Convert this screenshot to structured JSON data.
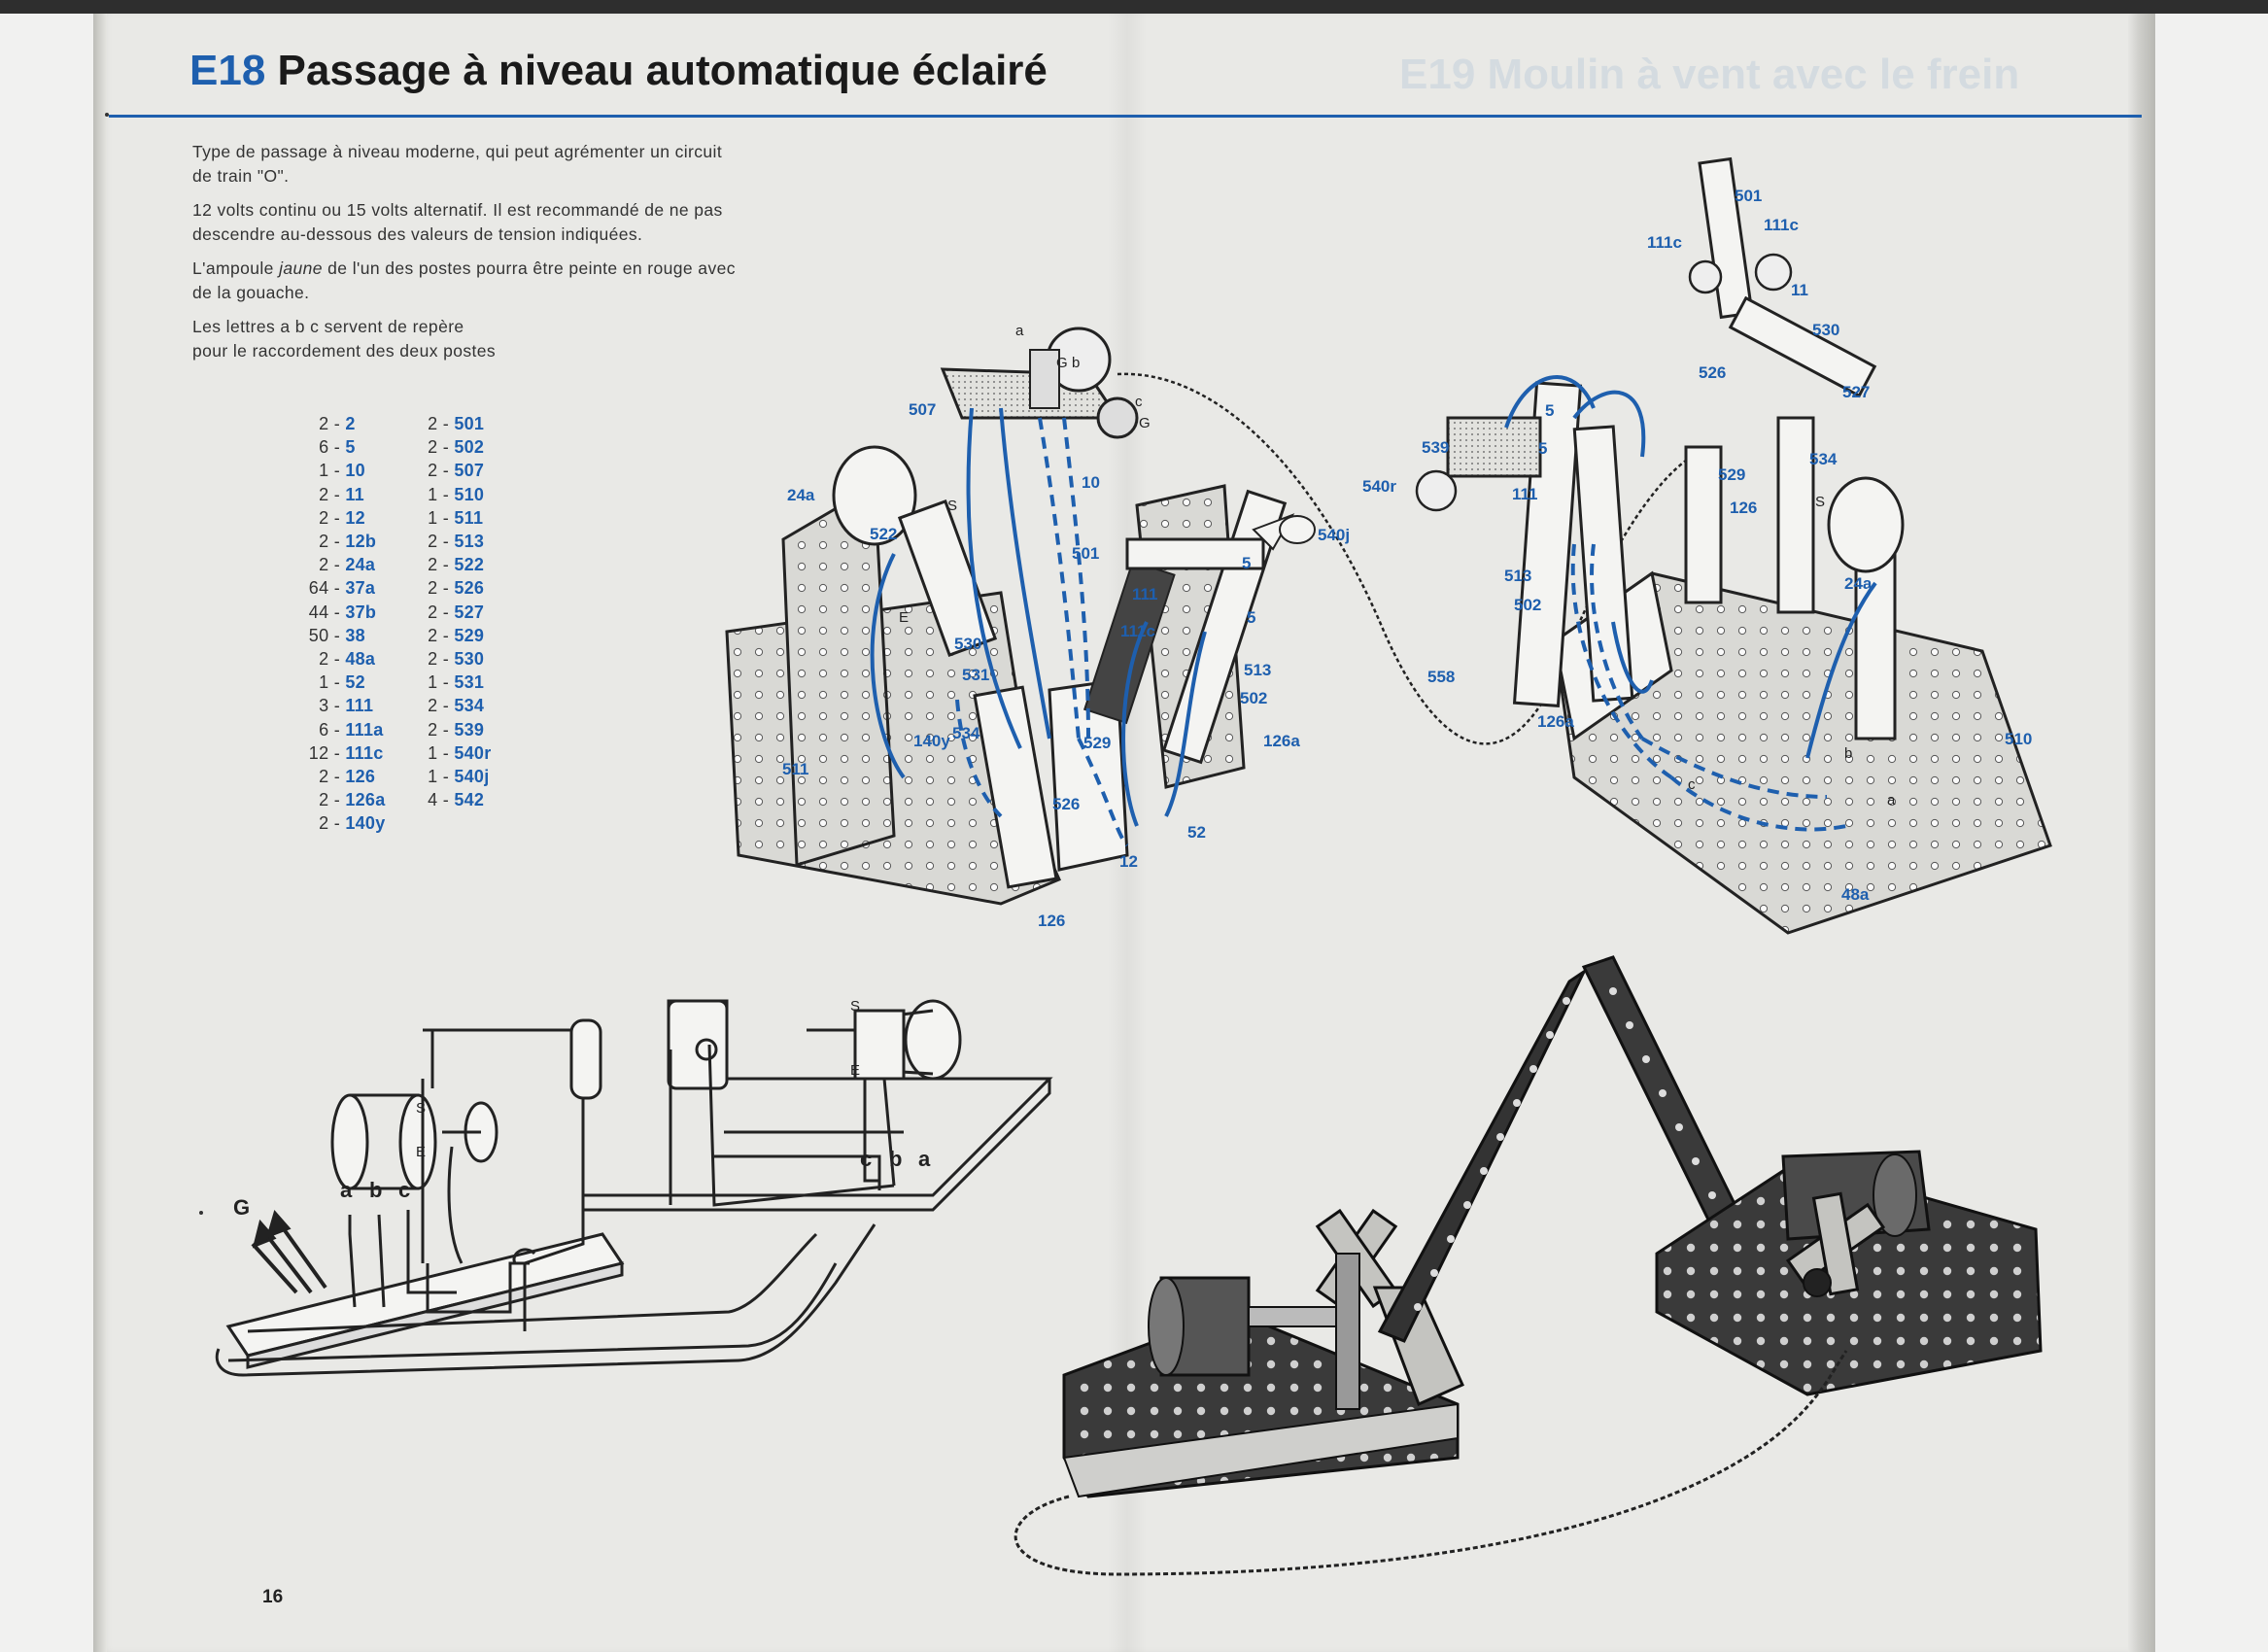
{
  "header": {
    "code": "E18",
    "title": "Passage à niveau automatique éclairé",
    "ghost": "E19 Moulin à vent avec le frein"
  },
  "intro": {
    "p1": "Type de passage à niveau moderne, qui peut agrémenter un circuit de train \"O\".",
    "p2": "12 volts continu ou 15 volts alternatif. Il est recommandé de ne pas descendre au-dessous des valeurs de tension indiquées.",
    "p3_pre": "L'ampoule ",
    "p3_em": "jaune",
    "p3_post": " de l'un des postes pourra être peinte en rouge avec de la gouache.",
    "p4_line1": "Les lettres a b c servent de repère",
    "p4_line2": "pour le raccordement des deux postes"
  },
  "parts_left": [
    {
      "qty": "2 -",
      "part": "2"
    },
    {
      "qty": "6 -",
      "part": "5"
    },
    {
      "qty": "1 -",
      "part": "10"
    },
    {
      "qty": "2 -",
      "part": "11"
    },
    {
      "qty": "2 -",
      "part": "12"
    },
    {
      "qty": "2 -",
      "part": "12b"
    },
    {
      "qty": "2 -",
      "part": "24a"
    },
    {
      "qty": "64 -",
      "part": "37a"
    },
    {
      "qty": "44 -",
      "part": "37b"
    },
    {
      "qty": "50 -",
      "part": "38"
    },
    {
      "qty": "2 -",
      "part": "48a"
    },
    {
      "qty": "1 -",
      "part": "52"
    },
    {
      "qty": "3 -",
      "part": "111"
    },
    {
      "qty": "6 -",
      "part": "111a"
    },
    {
      "qty": "12 -",
      "part": "111c"
    },
    {
      "qty": "2 -",
      "part": "126"
    },
    {
      "qty": "2 -",
      "part": "126a"
    },
    {
      "qty": "2 -",
      "part": "140y"
    }
  ],
  "parts_right": [
    {
      "qty": "2 -",
      "part": "501"
    },
    {
      "qty": "2 -",
      "part": "502"
    },
    {
      "qty": "2 -",
      "part": "507"
    },
    {
      "qty": "1 -",
      "part": "510"
    },
    {
      "qty": "1 -",
      "part": "511"
    },
    {
      "qty": "2 -",
      "part": "513"
    },
    {
      "qty": "2 -",
      "part": "522"
    },
    {
      "qty": "2 -",
      "part": "526"
    },
    {
      "qty": "2 -",
      "part": "527"
    },
    {
      "qty": "2 -",
      "part": "529"
    },
    {
      "qty": "2 -",
      "part": "530"
    },
    {
      "qty": "1 -",
      "part": "531"
    },
    {
      "qty": "2 -",
      "part": "534"
    },
    {
      "qty": "2 -",
      "part": "539"
    },
    {
      "qty": "1 -",
      "part": "540r"
    },
    {
      "qty": "1 -",
      "part": "540j"
    },
    {
      "qty": "4 -",
      "part": "542"
    }
  ],
  "exploded_labels": {
    "l507": "507",
    "l24a": "24a",
    "l522": "522",
    "l511": "511",
    "l140y": "140y",
    "l534": "534",
    "l531": "531",
    "l530": "530",
    "l501": "501",
    "l10": "10",
    "l111": "111",
    "l111c": "111c",
    "l5a": "5",
    "l5b": "5",
    "l513": "513",
    "l502": "502",
    "l126a": "126a",
    "l529": "529",
    "l526": "526",
    "l12": "12",
    "l52": "52",
    "l126": "126",
    "l540j": "540j",
    "r501": "501",
    "r111c_a": "111c",
    "r111c_b": "111c",
    "r11": "11",
    "r530": "530",
    "r526": "526",
    "r527": "527",
    "r539": "539",
    "r540r": "540r",
    "r111": "111",
    "r513": "513",
    "r502": "502",
    "r558": "558",
    "r126a": "126a",
    "r529": "529",
    "r534": "534",
    "r126": "126",
    "r24a": "24a",
    "r510": "510",
    "r48a": "48a",
    "r5a": "5",
    "r5b": "5"
  },
  "letters": {
    "a": "a",
    "b": "b",
    "c": "c",
    "G": "G",
    "S": "S",
    "E": "E"
  },
  "page_number": "16",
  "colors": {
    "accent": "#1e5fae",
    "ink": "#222222",
    "paper": "#e9e9e6"
  }
}
